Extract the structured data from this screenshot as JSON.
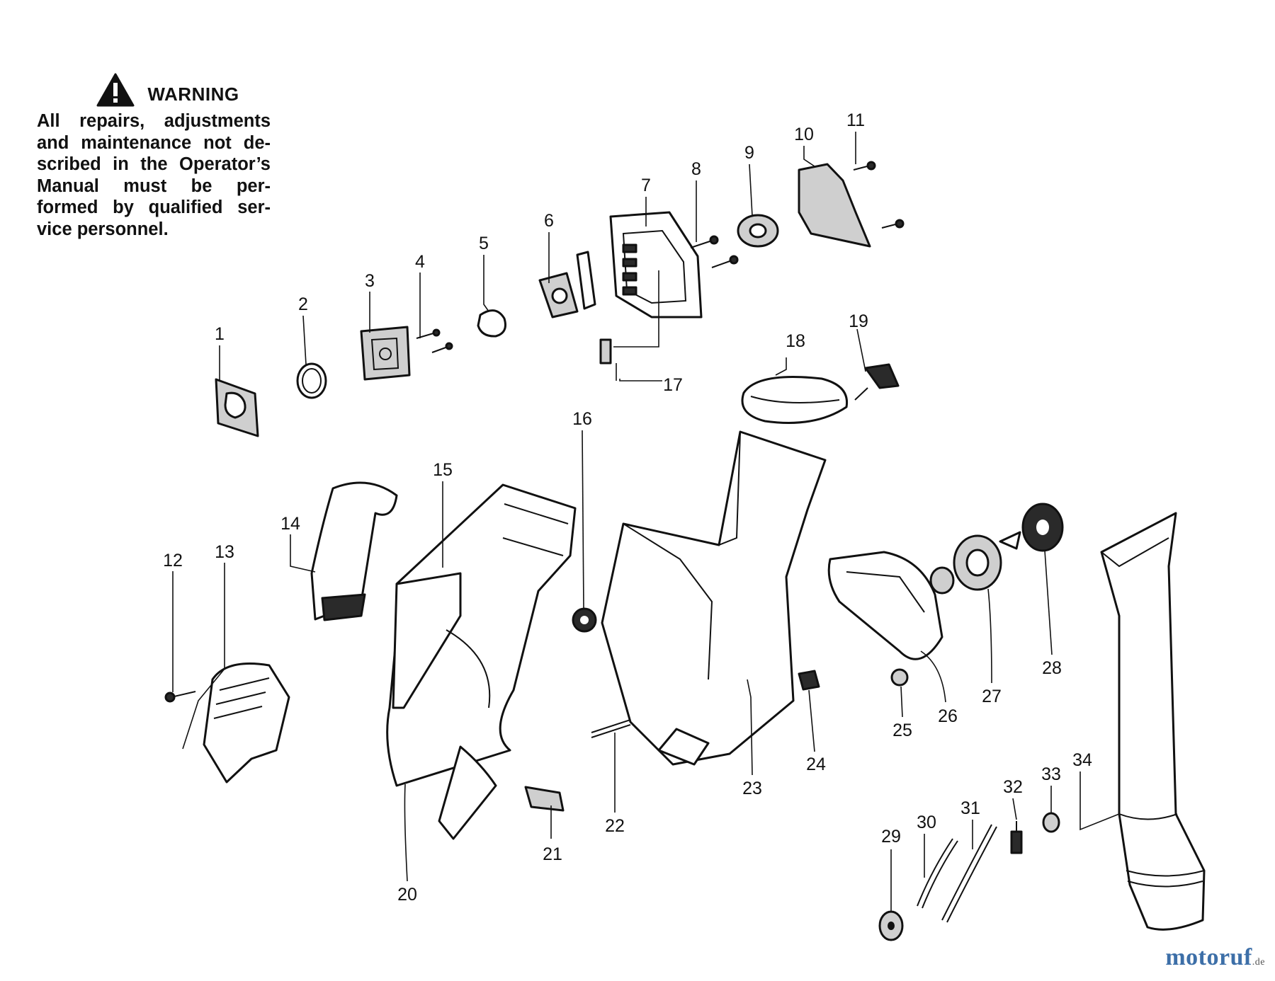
{
  "warning": {
    "title": "WARNING",
    "lines": [
      "All repairs, adjustments",
      "and maintenance not de-",
      "scribed in the Operator’s",
      "Manual must be per-",
      "formed by qualified ser-",
      "vice personnel."
    ]
  },
  "callouts": [
    "1",
    "2",
    "3",
    "4",
    "5",
    "6",
    "7",
    "8",
    "9",
    "10",
    "11",
    "12",
    "13",
    "14",
    "15",
    "16",
    "17",
    "18",
    "19",
    "20",
    "21",
    "22",
    "23",
    "24",
    "25",
    "26",
    "27",
    "28",
    "29",
    "30",
    "31",
    "32",
    "33",
    "34"
  ],
  "watermark": {
    "brand": "motoruf",
    "suffix": ".de"
  },
  "colors": {
    "line": "#111111",
    "watermark_blue": "#3d6fa8",
    "watermark_orange": "#e08a2a"
  }
}
